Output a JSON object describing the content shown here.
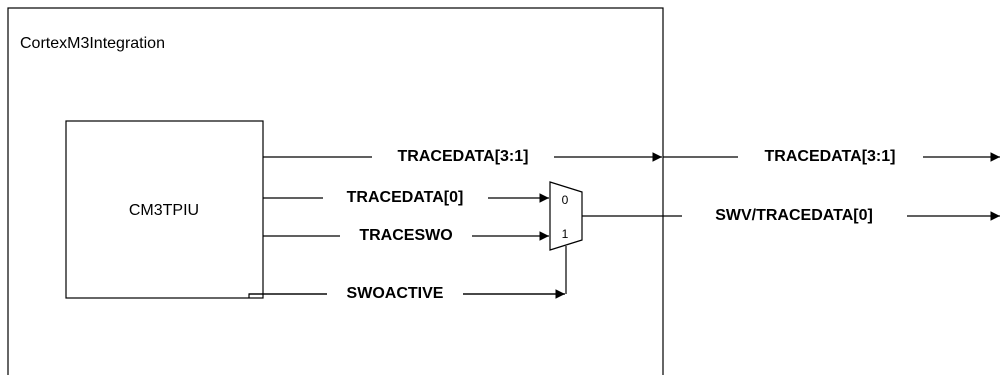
{
  "diagram": {
    "container_label": "CortexM3Integration",
    "block_label": "CM3TPIU",
    "signals": {
      "tracedata_hi": "TRACEDATA[3:1]",
      "tracedata_0": "TRACEDATA[0]",
      "traceswo": "TRACESWO",
      "swoactive": "SWOACTIVE",
      "out_tracedata_hi": "TRACEDATA[3:1]",
      "out_swv": "SWV/TRACEDATA[0]"
    },
    "mux": {
      "input_0": "0",
      "input_1": "1"
    }
  }
}
